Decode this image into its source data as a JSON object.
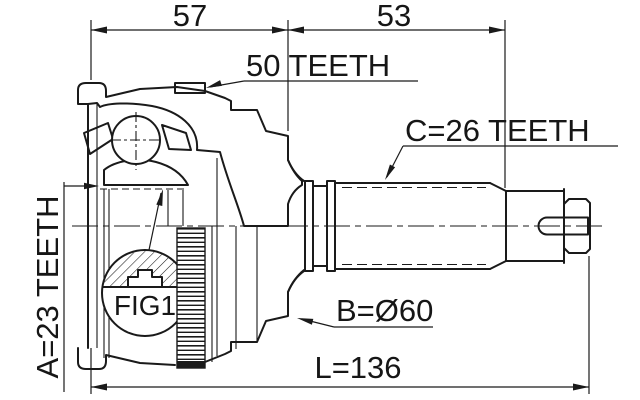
{
  "drawing": {
    "background": "#ffffff",
    "ink": "#1a1a1a",
    "labels": {
      "dim_left": "57",
      "dim_right": "53",
      "abs_ring_teeth": "50 TEETH",
      "outer_spline_teeth": "C=26 TEETH",
      "inner_spline_teeth": "A=23 TEETH",
      "detail_callout": "FIG1",
      "body_diameter": "B=Ø60",
      "total_length": "L=136"
    }
  }
}
